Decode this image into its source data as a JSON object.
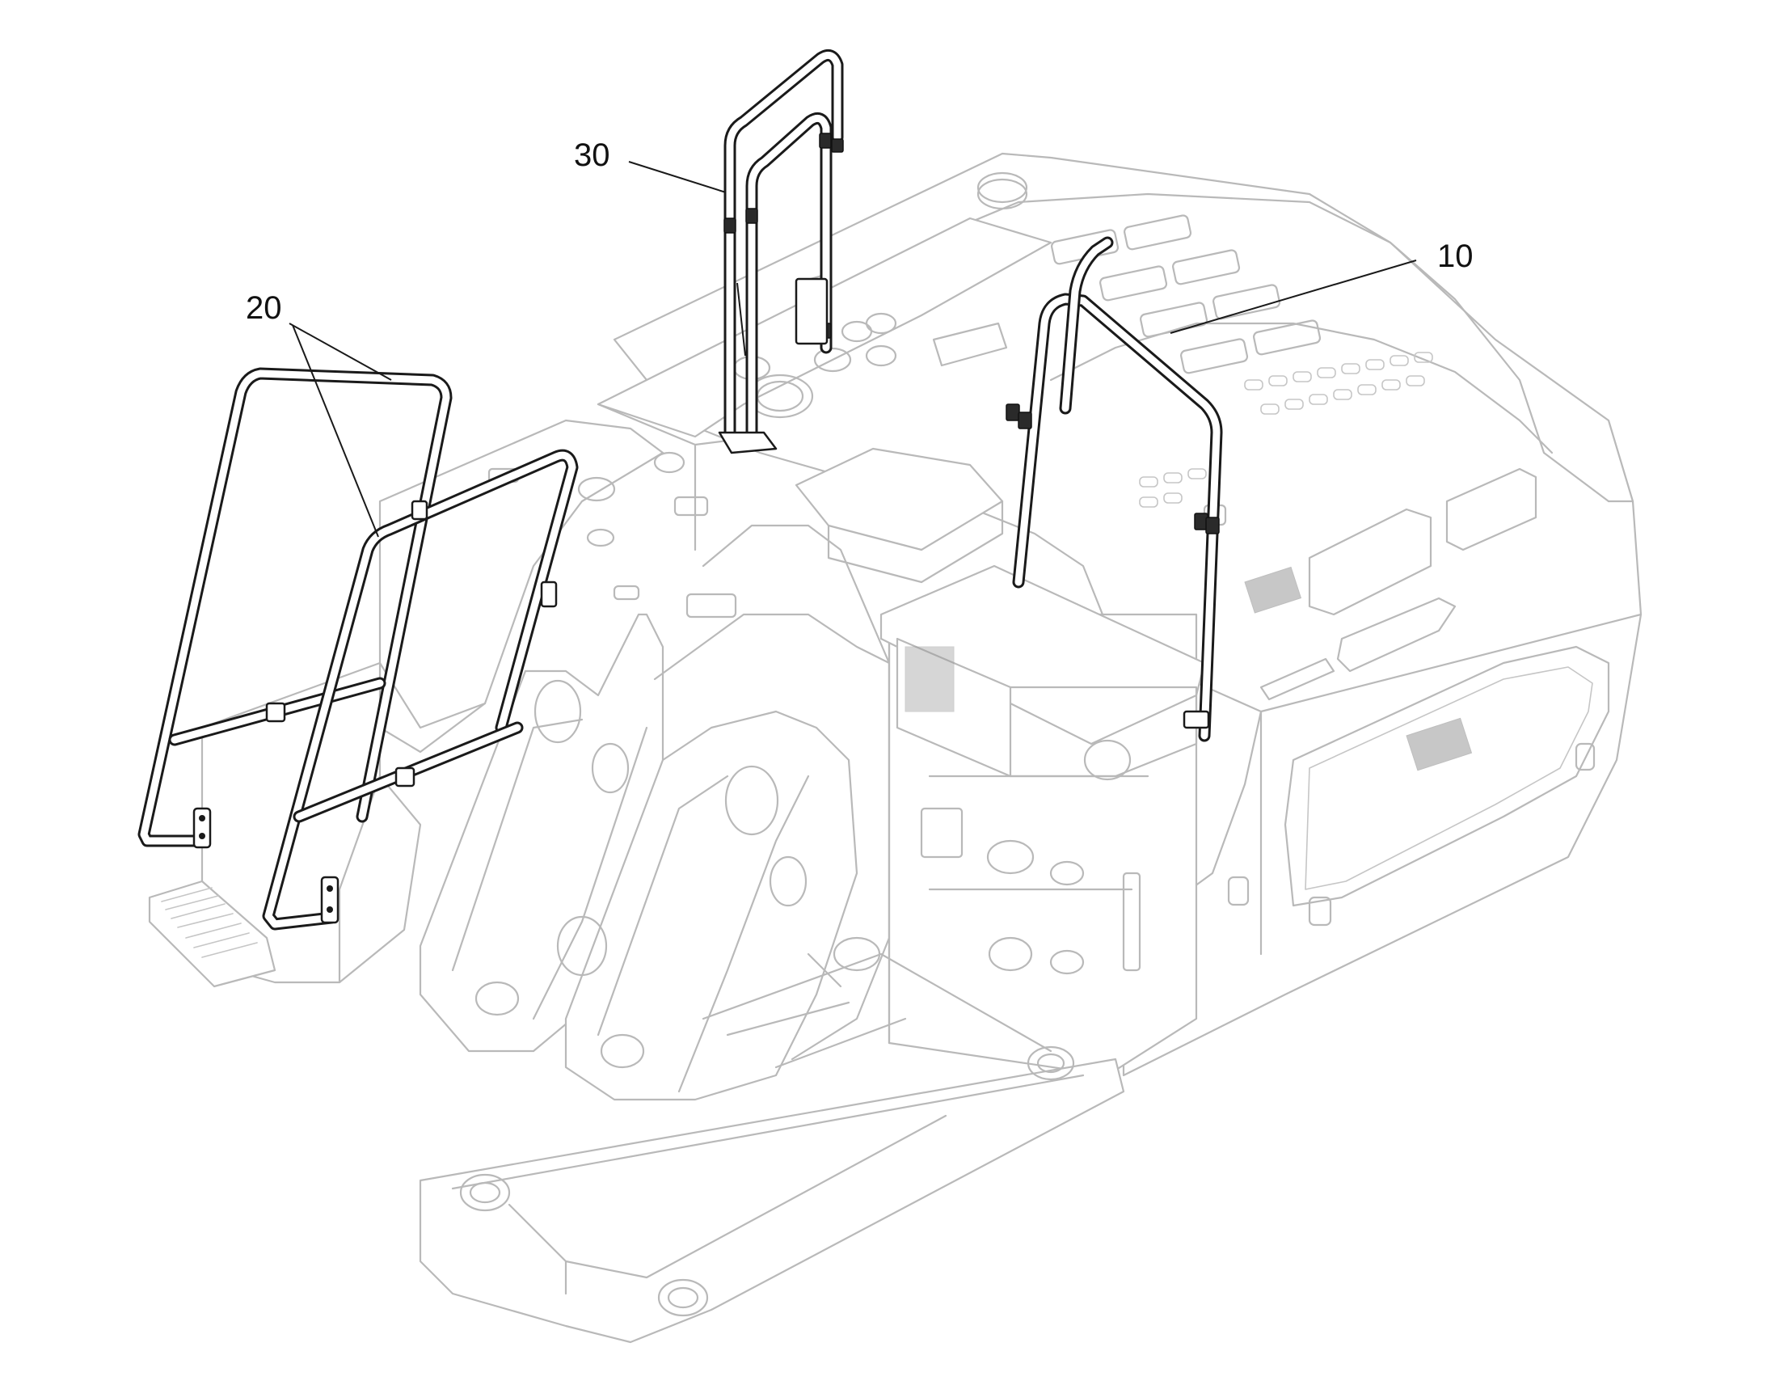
{
  "figure": {
    "callouts": [
      {
        "id": "10",
        "text": "10"
      },
      {
        "id": "20",
        "text": "20"
      },
      {
        "id": "30",
        "text": "30"
      }
    ],
    "colors": {
      "background": "#ffffff",
      "part_highlight": "#1a1a1a",
      "context_lines": "#b9b9b9"
    }
  }
}
